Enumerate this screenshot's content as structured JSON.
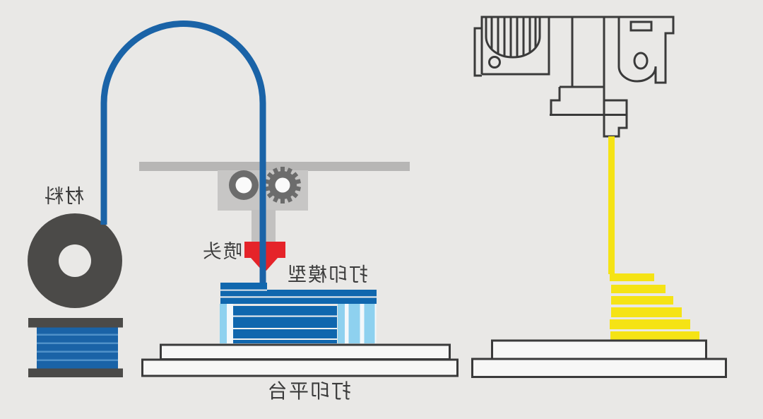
{
  "diagram": {
    "labels": {
      "material": "材料",
      "nozzle": "喷头",
      "print_model": "打印模型",
      "print_platform": "打印平台"
    },
    "colors": {
      "background": "#e9e8e6",
      "outline_dark": "#3a3a3a",
      "label_color": "#3b3b3b",
      "filament_blue": "#1a63a7",
      "model_blue": "#1067ae",
      "support_blue": "#8ed1ef",
      "support_gap": "#f3f8fb",
      "separator_white": "#f2f2f1",
      "nozzle_red": "#e52329",
      "dark_gray": "#4b4a48",
      "winding_highlight": "#4f90c8",
      "gantry_gray": "#b7b6b5",
      "housing_gray": "#c7c6c5",
      "stem_gray": "#c2c1c0",
      "gear_gray": "#6c6c6c",
      "gear_center": "#fafafa",
      "print_yellow": "#f5e315",
      "platform_white": "#f7f7f6"
    }
  }
}
